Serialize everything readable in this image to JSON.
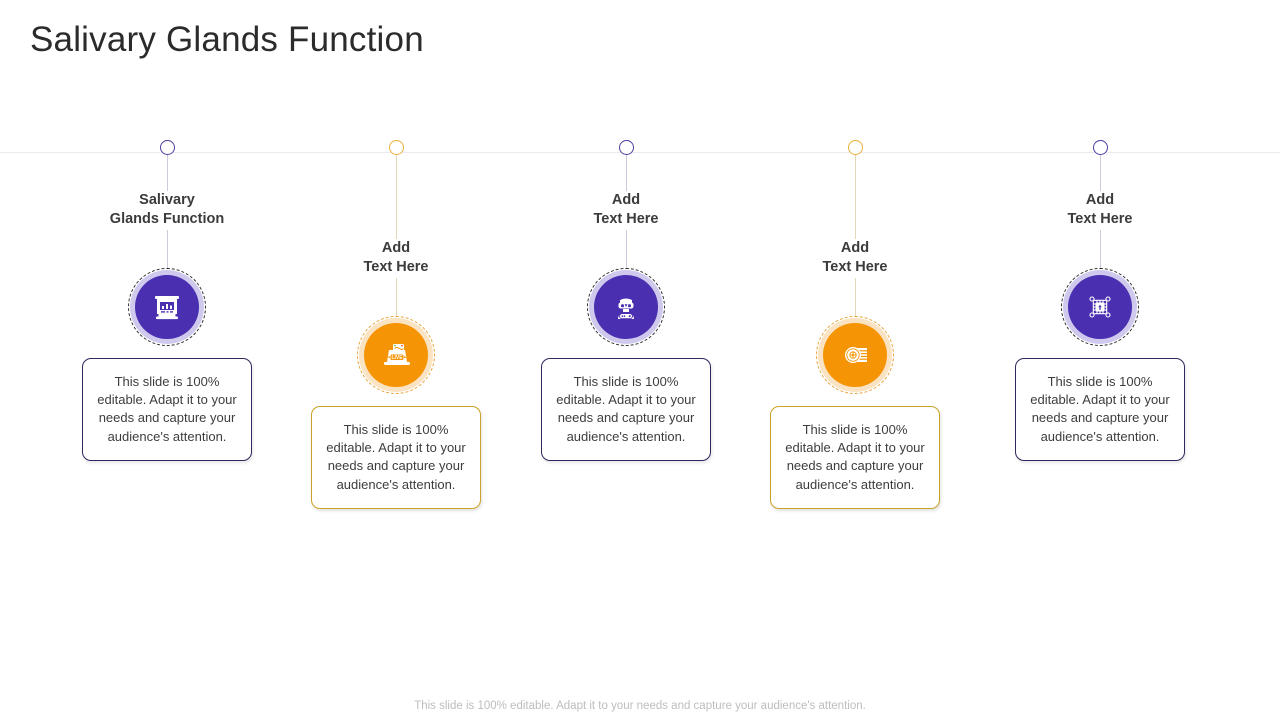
{
  "slide": {
    "title": "Salivary Glands Function",
    "footer_note": "This slide is 100% editable. Adapt it to your needs and capture your audience's attention.",
    "body_text": "This slide is 100% editable. Adapt  it to your needs and capture your audience's attention.",
    "colors": {
      "purple": "#4a2fb0",
      "purple_pale": "#cfc9ee",
      "purple_border": "#2d2a5e",
      "orange": "#f59405",
      "orange_pale": "#fae3c2",
      "orange_border": "#c9a227",
      "axis_line": "#eceaf0",
      "title": "#2b2b2b",
      "footer": "#bdbdbd"
    }
  },
  "columns": [
    {
      "label_line1": "Salivary",
      "label_line2": "Glands Function",
      "accent": "purple",
      "icon": "projector-screen-icon",
      "body": "This slide is 100% editable. Adapt  it to your needs and capture your audience's attention."
    },
    {
      "label_line1": "Add",
      "label_line2": "Text Here",
      "accent": "orange",
      "icon": "live-stream-laptop-icon",
      "body": "This slide is 100% editable. Adapt  it to your needs and capture your audience's attention."
    },
    {
      "label_line1": "Add",
      "label_line2": "Text Here",
      "accent": "purple",
      "icon": "vr-gamer-icon",
      "body": "This slide is 100% editable. Adapt  it to your needs and capture your audience's attention."
    },
    {
      "label_line1": "Add",
      "label_line2": "Text Here",
      "accent": "orange",
      "icon": "vault-safe-icon",
      "body": "This slide is 100% editable. Adapt  it to your needs and capture your audience's attention."
    },
    {
      "label_line1": "Add",
      "label_line2": "Text Here",
      "accent": "purple",
      "icon": "microchip-icon",
      "body": "This slide is 100% editable. Adapt  it to your needs and capture your audience's attention."
    }
  ]
}
